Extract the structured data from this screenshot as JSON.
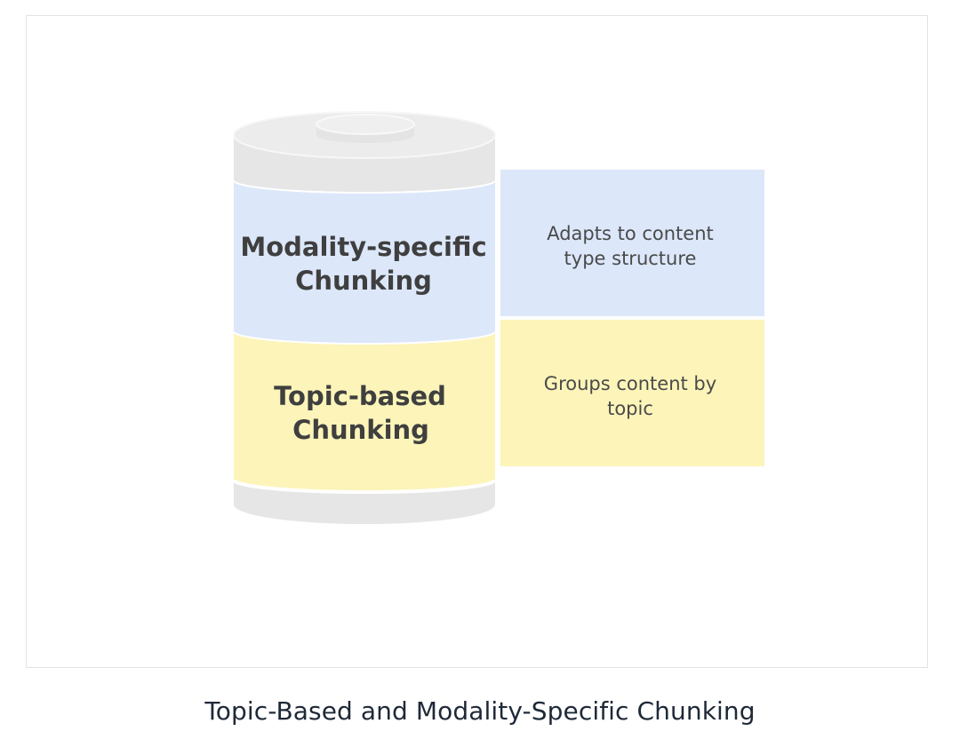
{
  "diagram": {
    "layers": [
      {
        "id": "modality",
        "label_line1": "Modality-specific",
        "label_line2": "Chunking",
        "description_line1": "Adapts to content",
        "description_line2": "type structure",
        "fill": "#dce7fa"
      },
      {
        "id": "topic",
        "label_line1": "Topic-based",
        "label_line2": "Chunking",
        "description_line1": "Groups content by",
        "description_line2": "topic",
        "fill": "#fcf4b9"
      }
    ],
    "cylinder_color": "#e8e8e8",
    "cylinder_edge": "#f5f5f5"
  },
  "caption": "Topic-Based and Modality-Specific Chunking"
}
